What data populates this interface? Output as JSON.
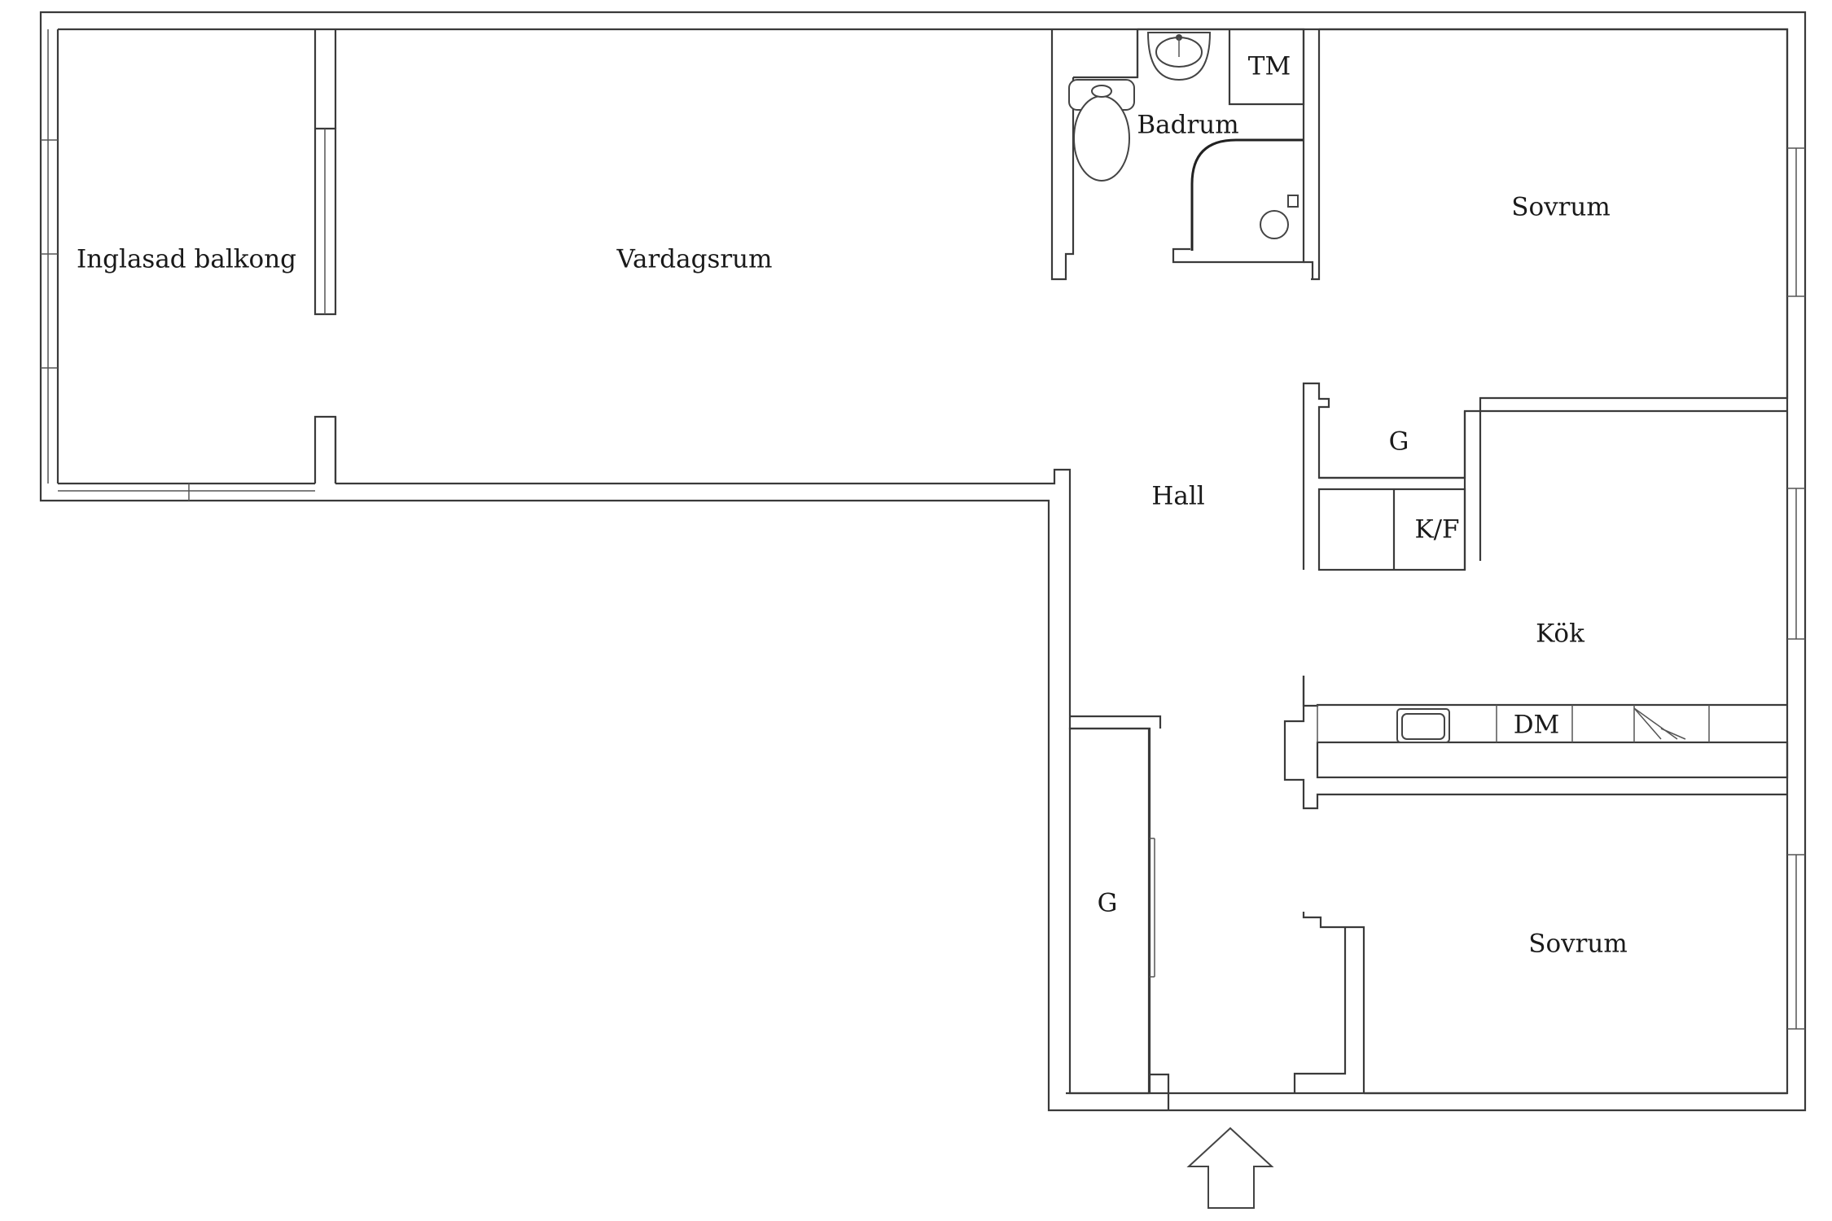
{
  "rooms": {
    "glazed_balcony": "Inglasad balkong",
    "living_room": "Vardagsrum",
    "bathroom": "Badrum",
    "laundry": "TM",
    "bedroom_top": "Sovrum",
    "hall": "Hall",
    "wardrobe_top": "G",
    "fridge_freezer": "K/F",
    "kitchen": "Kök",
    "dishwasher": "DM",
    "wardrobe_hall": "G",
    "bedroom_bottom": "Sovrum"
  },
  "icons": {
    "entrance": "arrow-up-icon",
    "toilet": "toilet-icon",
    "sink": "sink-icon",
    "shower": "shower-icon",
    "kitchen_sink": "kitchen-sink-icon",
    "stove": "stove-icon"
  },
  "colors": {
    "wall": "#3a3a3a",
    "background": "#ffffff",
    "text": "#1a1a1a"
  }
}
